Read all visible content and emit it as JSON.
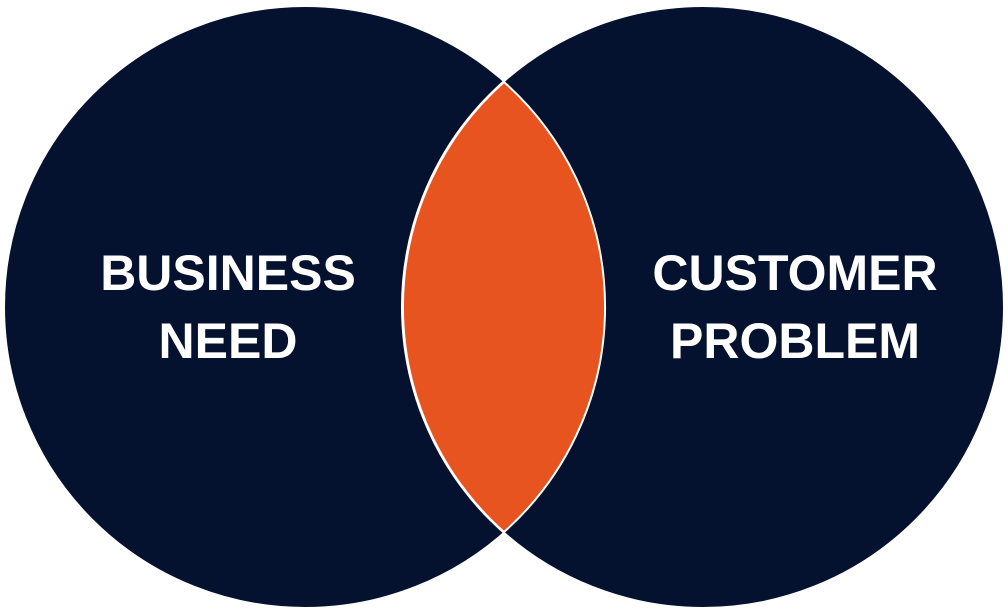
{
  "diagram": {
    "type": "venn",
    "left": {
      "lines": [
        "BUSINESS",
        "NEED"
      ]
    },
    "right": {
      "lines": [
        "CUSTOMER",
        "PROBLEM"
      ]
    },
    "colors": {
      "circle": "#041230",
      "intersection": "#E85420",
      "stroke": "#ffffff"
    }
  }
}
